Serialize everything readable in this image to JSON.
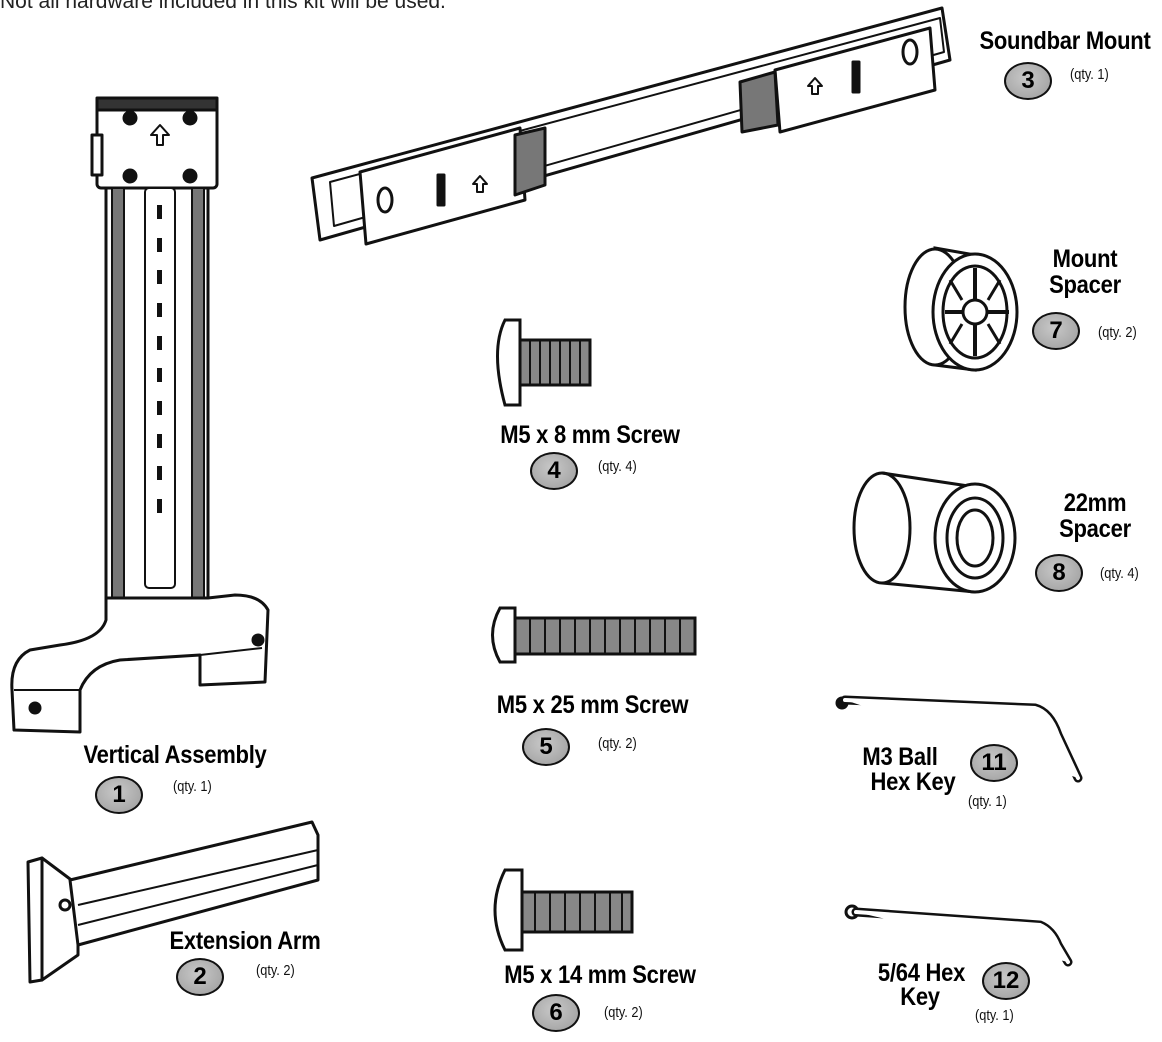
{
  "note": "Not all hardware included in this kit will be used.",
  "parts": {
    "p1": {
      "name": "Vertical Assembly",
      "number": "1",
      "qty": "(qty. 1)"
    },
    "p2": {
      "name": "Extension Arm",
      "number": "2",
      "qty": "(qty. 2)"
    },
    "p3": {
      "name": "Soundbar Mount",
      "number": "3",
      "qty": "(qty. 1)"
    },
    "p4": {
      "name": "M5 x 8 mm Screw",
      "number": "4",
      "qty": "(qty. 4)"
    },
    "p5": {
      "name": "M5 x 25 mm Screw",
      "number": "5",
      "qty": "(qty. 2)"
    },
    "p6": {
      "name": "M5 x 14 mm Screw",
      "number": "6",
      "qty": "(qty. 2)"
    },
    "p7": {
      "name_line1": "Mount",
      "name_line2": "Spacer",
      "number": "7",
      "qty": "(qty. 2)"
    },
    "p8": {
      "name_line1": "22mm",
      "name_line2": "Spacer",
      "number": "8",
      "qty": "(qty. 4)"
    },
    "p11": {
      "name_line1": "M3 Ball",
      "name_line2": "Hex Key",
      "number": "11",
      "qty": "(qty. 1)"
    },
    "p12": {
      "name_line1": "5/64 Hex",
      "name_line2": "Key",
      "number": "12",
      "qty": "(qty. 1)"
    }
  }
}
